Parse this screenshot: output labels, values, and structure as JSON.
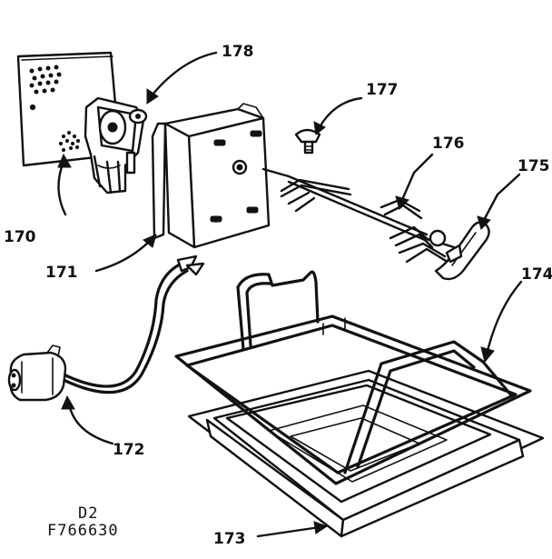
{
  "labels": {
    "p170": "170",
    "p171": "171",
    "p172": "172",
    "p173": "173",
    "p174": "174",
    "p175": "175",
    "p176": "176",
    "p177": "177",
    "p178": "178"
  },
  "footer": {
    "line1": "D2",
    "line2": "F766630"
  }
}
